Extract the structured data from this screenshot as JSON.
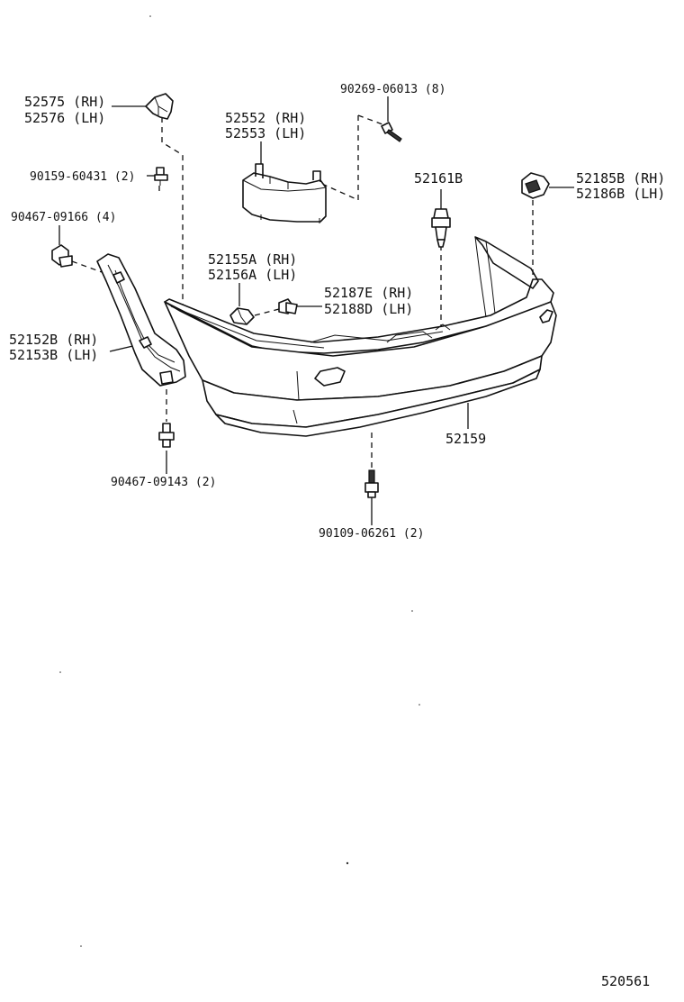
{
  "diagram_id": "520561",
  "parts": {
    "p52575": {
      "line1": "52575 (RH)",
      "line2": "52576 (LH)"
    },
    "p52552": {
      "line1": "52552 (RH)",
      "line2": "52553 (LH)"
    },
    "p90269": {
      "label": "90269-06013 (8)"
    },
    "p90159": {
      "label": "90159-60431 (2)"
    },
    "p52161": {
      "label": "52161B"
    },
    "p52185": {
      "line1": "52185B (RH)",
      "line2": "52186B (LH)"
    },
    "p90467a": {
      "label": "90467-09166 (4)"
    },
    "p52155": {
      "line1": "52155A (RH)",
      "line2": "52156A (LH)"
    },
    "p52187": {
      "line1": "52187E (RH)",
      "line2": "52188D (LH)"
    },
    "p52152": {
      "line1": "52152B (RH)",
      "line2": "52153B (LH)"
    },
    "p52159": {
      "label": "52159"
    },
    "p90467b": {
      "label": "90467-09143 (2)"
    },
    "p90109": {
      "label": "90109-06261 (2)"
    }
  }
}
